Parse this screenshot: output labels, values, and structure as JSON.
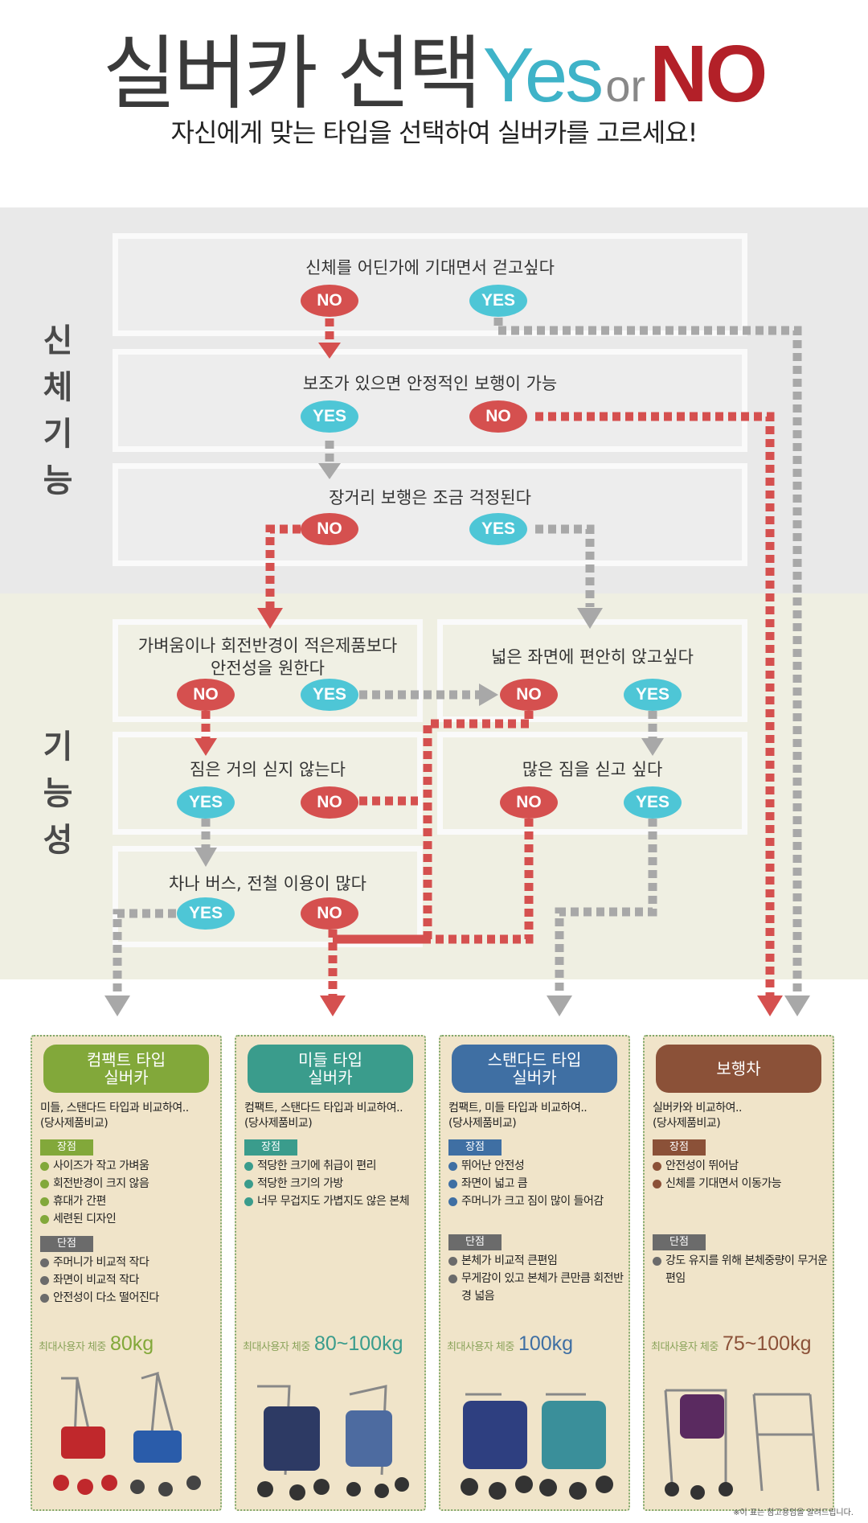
{
  "header": {
    "title_main": "실버카 선택",
    "title_yes": "Yes",
    "title_or": "or",
    "title_no": "NO",
    "subtitle": "자신에게 맞는 타입을 선택하여 실버카를 고르세요!"
  },
  "sections": {
    "body": "신체기능",
    "function": "기능성"
  },
  "questions": {
    "q1": "신체를 어딘가에 기대면서 걷고싶다",
    "q2": "보조가 있으면 안정적인 보행이 가능",
    "q3": "장거리 보행은 조금 걱정된다",
    "q4_line1": "가벼움이나 회전반경이 적은제품보다",
    "q4_line2": "안전성을 원한다",
    "q5": "넓은 좌면에 편안히 앉고싶다",
    "q6": "짐은 거의 싣지 않는다",
    "q7": "많은 짐을 싣고 싶다",
    "q8": "차나 버스, 전철 이용이 많다"
  },
  "answers": {
    "no": "NO",
    "yes": "YES"
  },
  "colors": {
    "no": "#d5504f",
    "yes": "#4ec6d6",
    "compact": "#82a83a",
    "middle": "#3a9c8c",
    "standard": "#3f6fa3",
    "walker": "#8b5138"
  },
  "cards": {
    "compact": {
      "name_line1": "컴팩트 타입",
      "name_line2": "실버카",
      "compare_line1": "미들, 스탠다드 타입과 비교하여..",
      "compare_line2": "(당사제품비교)",
      "pros_label": "장점",
      "pros": [
        "사이즈가 작고 가벼움",
        "회전반경이 크지 않음",
        "휴대가 간편",
        "세련된 디자인"
      ],
      "cons_label": "단점",
      "cons": [
        "주머니가 비교적 작다",
        "좌면이 비교적 작다",
        "안전성이 다소 떨어진다"
      ],
      "weight_label": "최대사용자 체중",
      "weight": "80kg"
    },
    "middle": {
      "name_line1": "미들 타입",
      "name_line2": "실버카",
      "compare_line1": "컴팩트, 스탠다드 타입과 비교하여..",
      "compare_line2": "(당사제품비교)",
      "pros_label": "장점",
      "pros": [
        "적당한 크기에 취급이 편리",
        "적당한 크기의 가방",
        "너무 무겁지도 가볍지도 않은 본체"
      ],
      "weight_label": "최대사용자 체중",
      "weight": "80~100kg"
    },
    "standard": {
      "name_line1": "스탠다드 타입",
      "name_line2": "실버카",
      "compare_line1": "컴팩트, 미들 타입과 비교하여..",
      "compare_line2": "(당사제품비교)",
      "pros_label": "장점",
      "pros": [
        "뛰어난 안전성",
        "좌면이 넓고 큼",
        "주머니가 크고 짐이 많이 들어감"
      ],
      "cons_label": "단점",
      "cons": [
        "본체가 비교적 큰편임",
        "무게감이 있고 본체가 큰만큼 회전반경 넓음"
      ],
      "weight_label": "최대사용자 체중",
      "weight": "100kg"
    },
    "walker": {
      "name_line1": "보행차",
      "compare_line1": "실버카와 비교하여..",
      "compare_line2": "(당사제품비교)",
      "pros_label": "장점",
      "pros": [
        "안전성이 뛰어남",
        "신체를 기대면서 이동가능"
      ],
      "cons_label": "단점",
      "cons": [
        "강도 유지를 위해 본체중량이 무거운 편임"
      ],
      "weight_label": "최대사용자 체중",
      "weight": "75~100kg"
    }
  },
  "footnote": "※이 표는 참고용임을 알려드립니다."
}
